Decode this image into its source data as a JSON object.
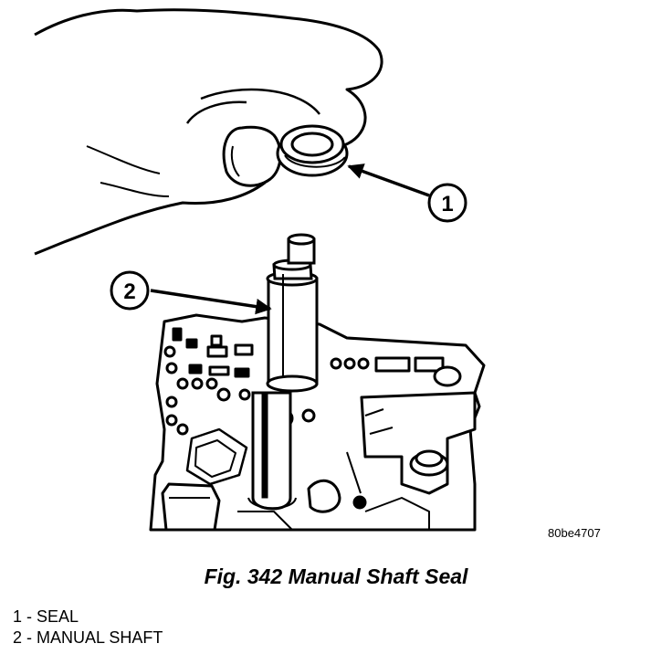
{
  "callouts": [
    "1",
    "2"
  ],
  "figure_id": "80be4707",
  "caption": "Fig. 342 Manual Shaft Seal",
  "legend": [
    {
      "num": "1",
      "sep": " - ",
      "label": "SEAL"
    },
    {
      "num": "2",
      "sep": " - ",
      "label": "MANUAL SHAFT"
    }
  ]
}
